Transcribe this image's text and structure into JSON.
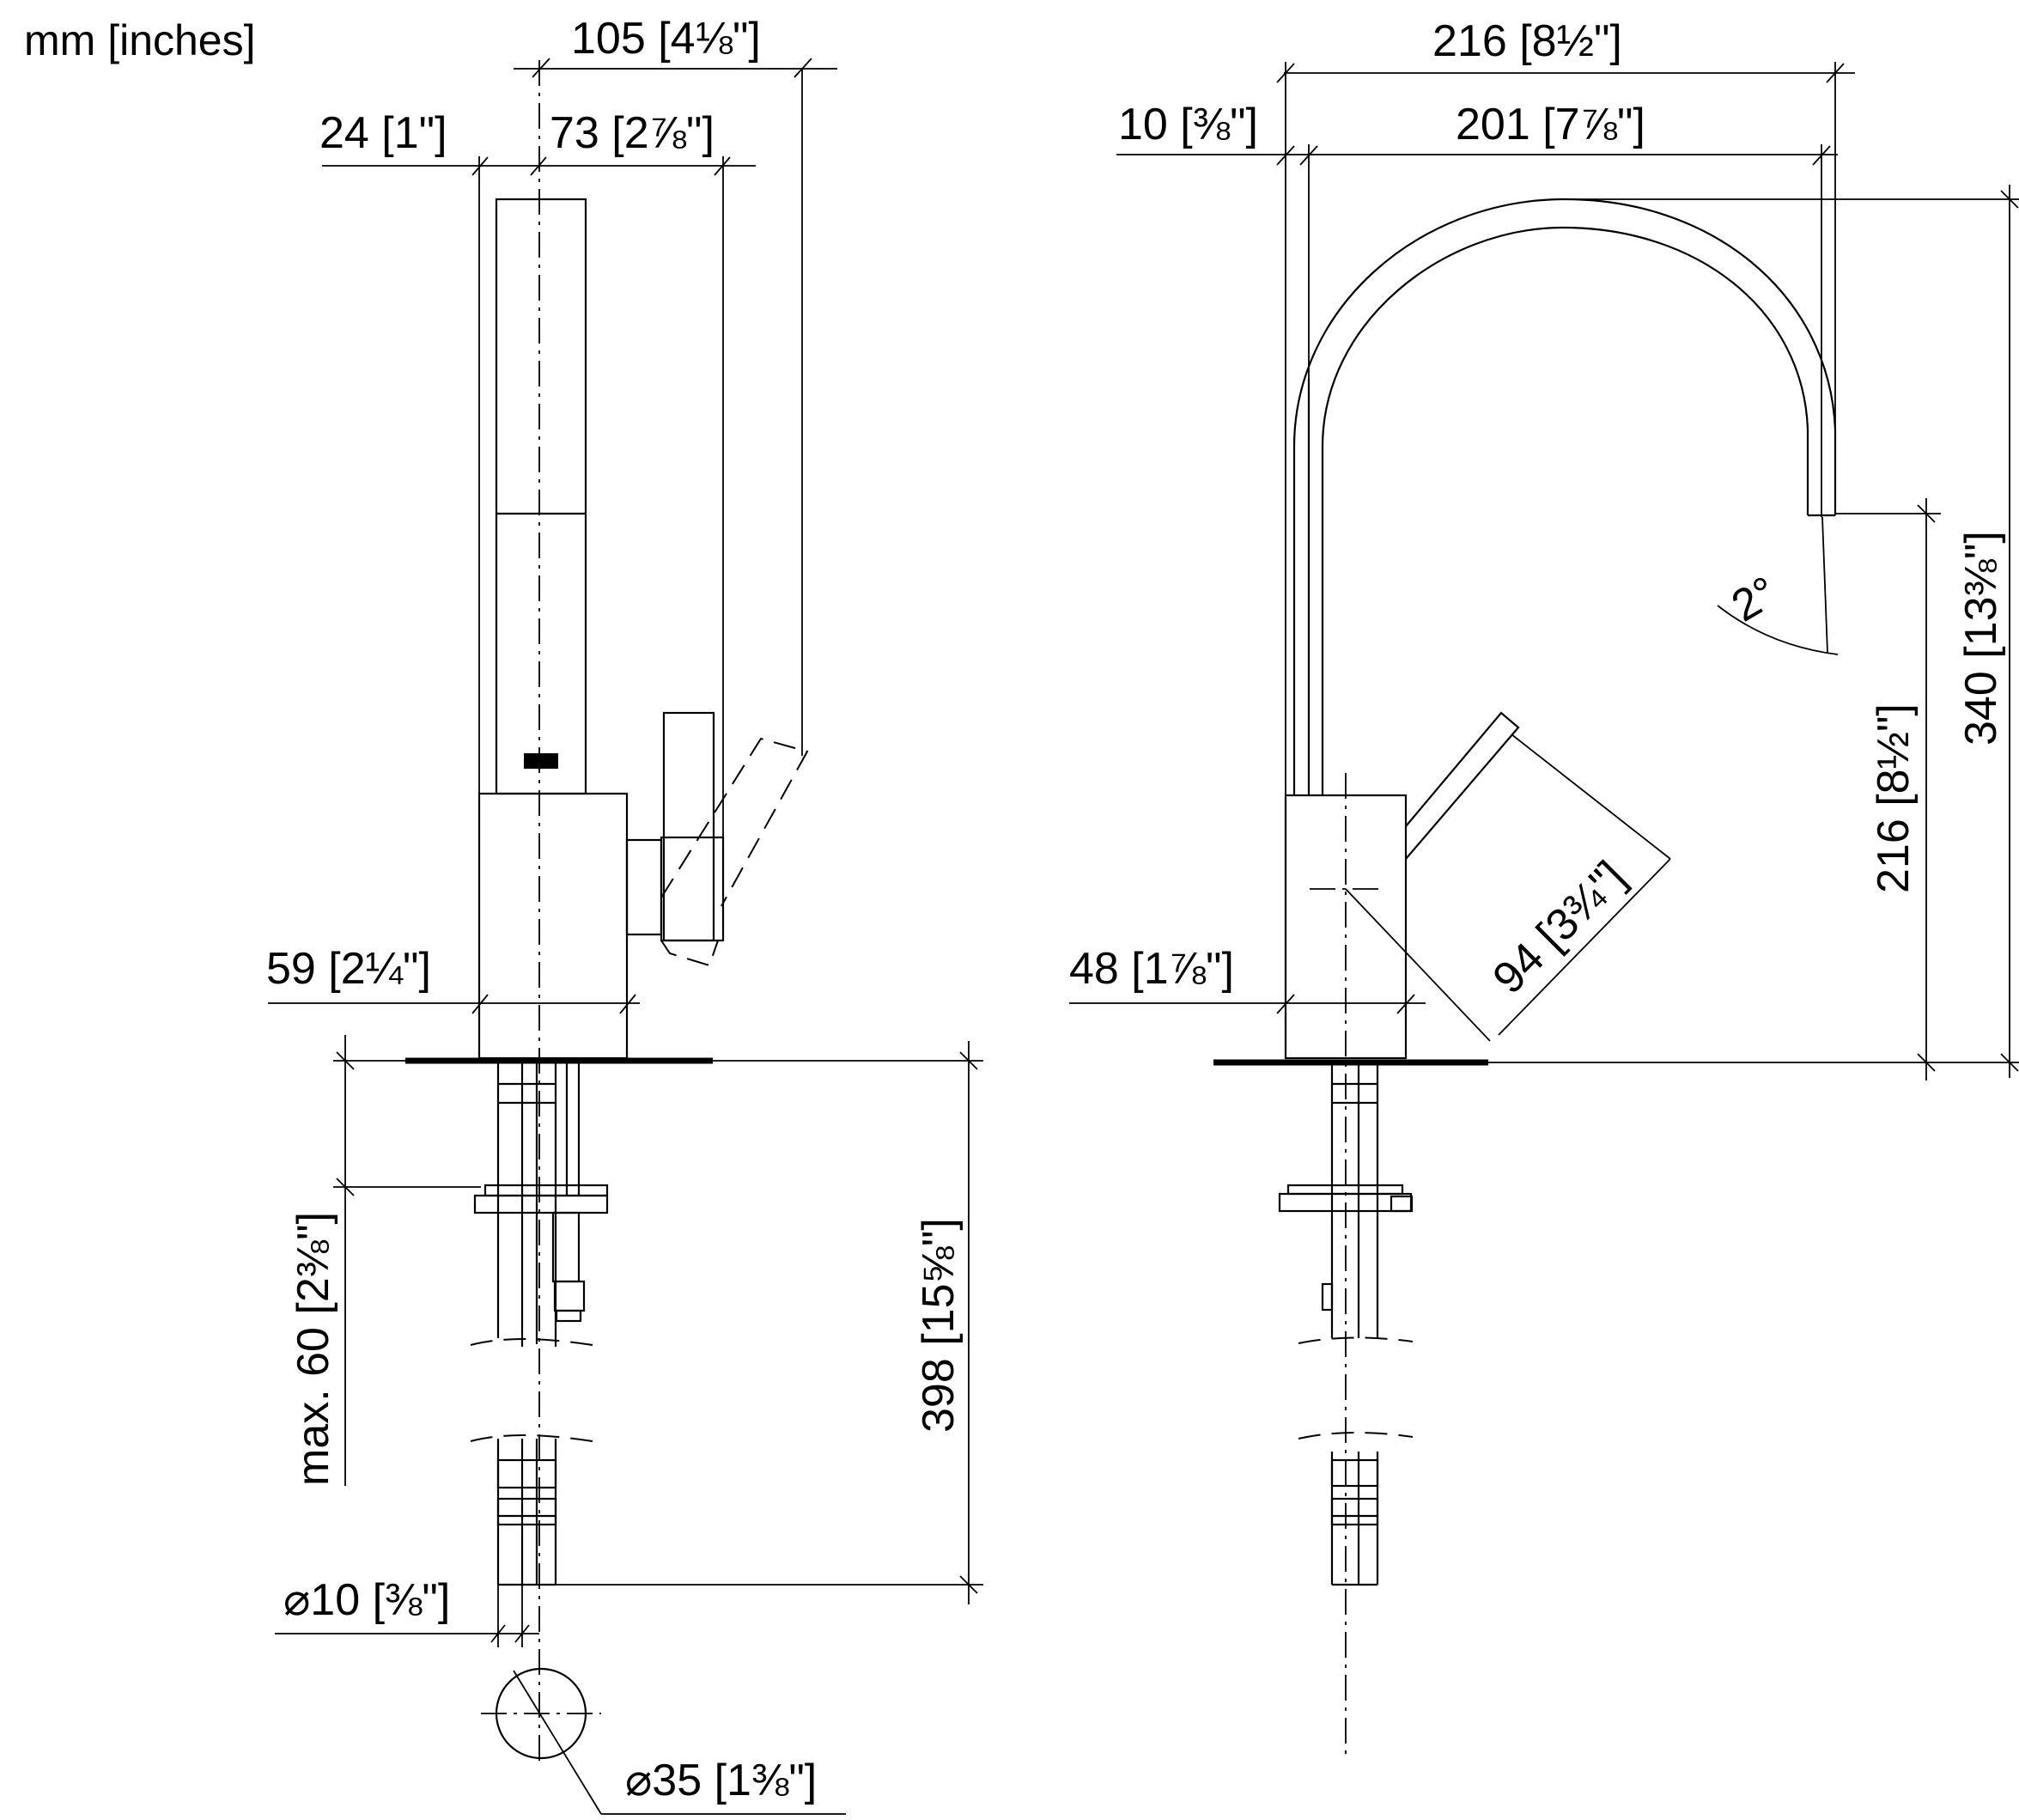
{
  "units_label": "mm [inches]",
  "dimensions": {
    "side_total_depth": "105 [4⅛\"]",
    "side_lever_offset": "24 [1\"]",
    "side_spout_depth": "73 [2⅞\"]",
    "side_body_width": "59 [2¼\"]",
    "side_max_deck": "max. 60 [2⅜\"]",
    "side_hose_length": "398 [15⅝\"]",
    "side_hose_diameter": "⌀10 [⅜\"]",
    "side_hole_diameter": "⌀35 [1⅜\"]",
    "front_total_width": "216 [8½\"]",
    "front_wall_offset": "10 [⅜\"]",
    "front_reach": "201 [7⅞\"]",
    "front_spout_height": "216 [8½\"]",
    "front_total_height": "340 [13⅜\"]",
    "front_lever_length": "94 [3¾\"]",
    "front_body_width": "48 [1⅞\"]",
    "front_angle": "2°"
  }
}
